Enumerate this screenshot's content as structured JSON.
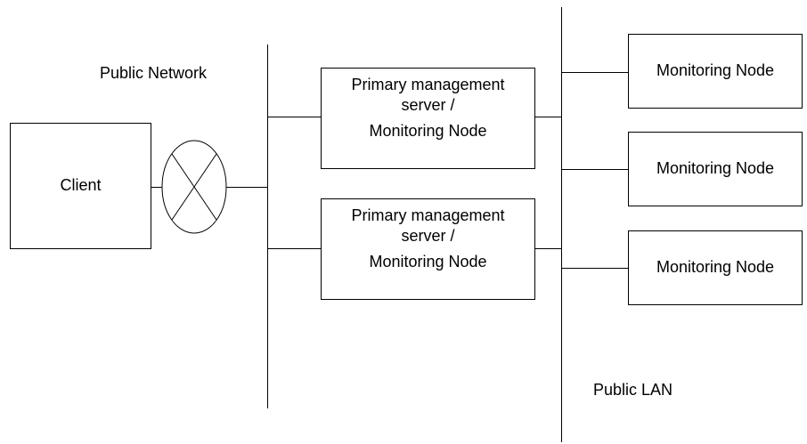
{
  "labels": {
    "public_network": "Public Network",
    "public_lan": "Public LAN"
  },
  "client": {
    "label": "Client"
  },
  "router": {
    "icon": "router-x-icon"
  },
  "primary_servers": [
    {
      "line1": "Primary management",
      "line2": "server /",
      "line3": "Monitoring Node"
    },
    {
      "line1": "Primary management",
      "line2": "server /",
      "line3": "Monitoring Node"
    }
  ],
  "monitoring_nodes": [
    {
      "label": "Monitoring Node"
    },
    {
      "label": "Monitoring Node"
    },
    {
      "label": "Monitoring Node"
    }
  ]
}
